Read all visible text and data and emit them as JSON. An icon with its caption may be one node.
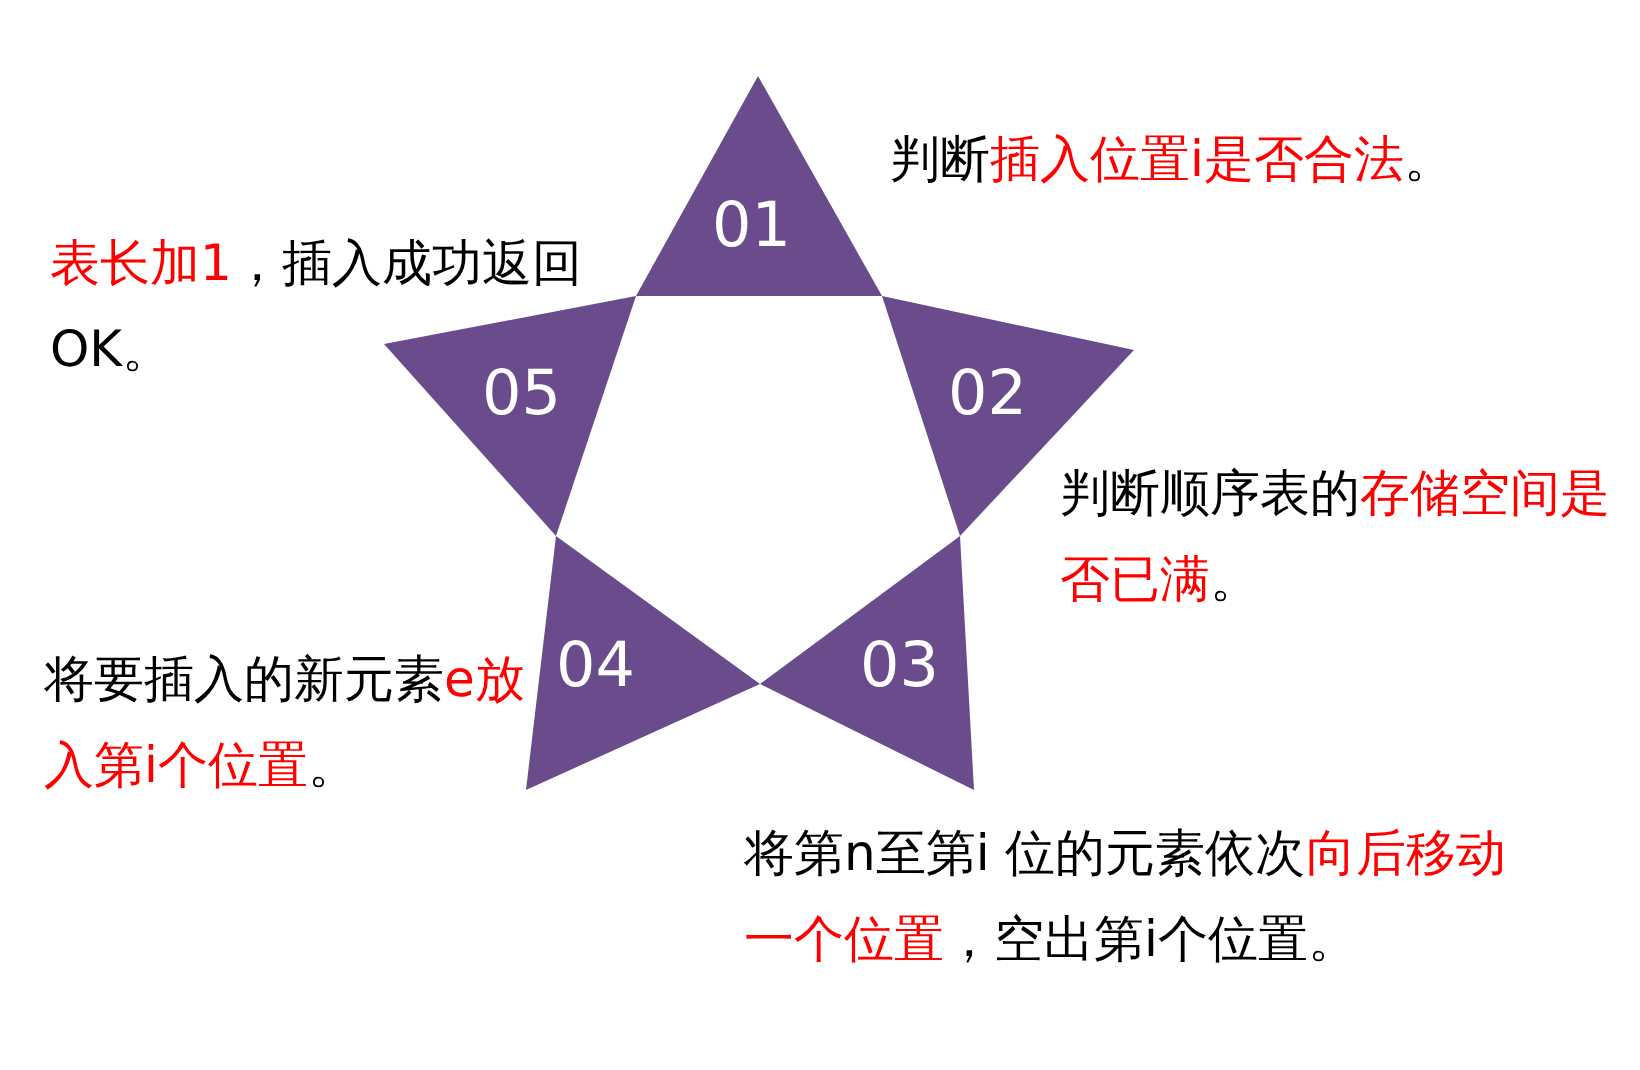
{
  "diagram": {
    "nodes": [
      {
        "text": [
          "01"
        ],
        "beside": [
          "判断",
          "插入位置i是否合法",
          "。"
        ]
      },
      {
        "text": [
          "02"
        ],
        "beside": [
          "判断顺序表的",
          "存储空间是否已满",
          "。"
        ]
      },
      {
        "text": [
          "03"
        ],
        "beside": [
          "将第n至第i 位的元素依次",
          "向后移动一个位置",
          "，空出第i个位置。"
        ]
      },
      {
        "text": [
          "04"
        ],
        "beside": [
          "将要插入的新元素",
          "e放入第i个位置",
          "。"
        ]
      },
      {
        "text": [
          "05"
        ],
        "beside": [
          "表长加1",
          "，插入成功返回OK。"
        ]
      }
    ],
    "edges": []
  }
}
